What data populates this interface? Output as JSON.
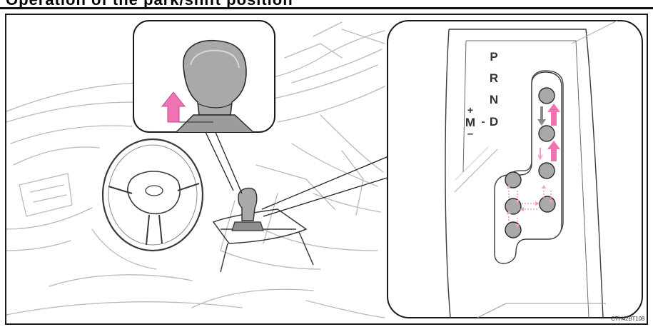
{
  "header": {
    "cut_text": "Operation of the park/shift position"
  },
  "figure": {
    "code": "CTH42BT108",
    "gate_labels": {
      "p": "P",
      "r": "R",
      "n": "N",
      "d": "D",
      "plus": "+",
      "m": "M",
      "dash": "-",
      "minus": "–"
    },
    "colors": {
      "arrow": "#ef73b2",
      "line": "#3a3a3a",
      "knob_fill": "#a9a9a9",
      "light_line": "#b5b5b5"
    }
  }
}
